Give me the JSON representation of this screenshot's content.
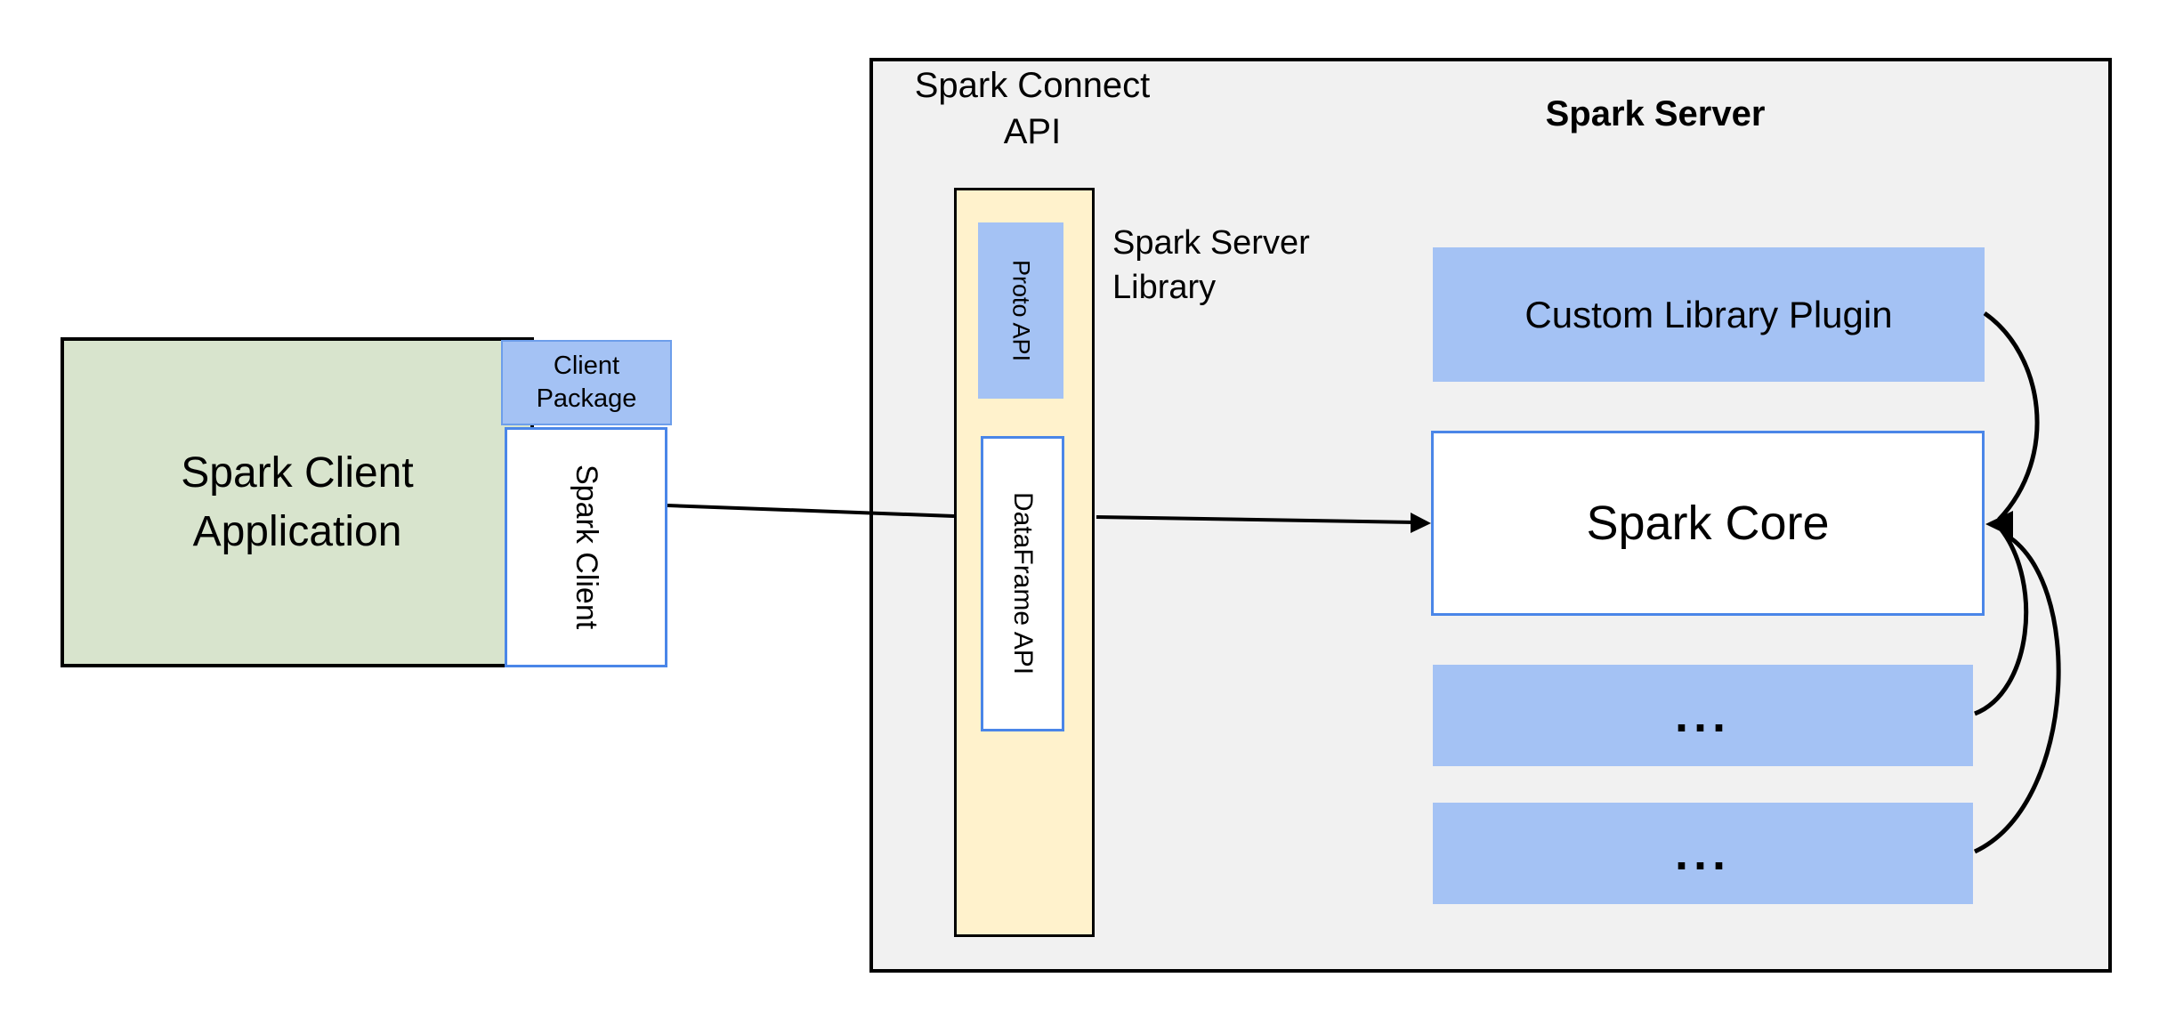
{
  "diagram": {
    "spark_connect": {
      "api_line1": "Spark Connect",
      "api_line2": "API",
      "library_line1": "Spark Server",
      "library_line2": "Library",
      "proto_api": "Proto API",
      "dataframe_api": "DataFrame API"
    },
    "client": {
      "app_line1": "Spark Client",
      "app_line2": "Application",
      "package_line1": "Client",
      "package_line2": "Package",
      "spark_client": "Spark Client"
    },
    "server": {
      "title": "Spark Server",
      "custom_plugin": "Custom Library Plugin",
      "spark_core": "Spark Core",
      "ellipsis": "..."
    },
    "colors": {
      "container_fill": "#f1f1f1",
      "green_fill": "#d8e4cd",
      "blue_fill": "#a4c2f4",
      "blue_border": "#4a86e8",
      "blue_border_light": "#6d9eeb",
      "yellow_fill": "#fff2cc",
      "line": "#000000",
      "text": "#000000"
    }
  }
}
